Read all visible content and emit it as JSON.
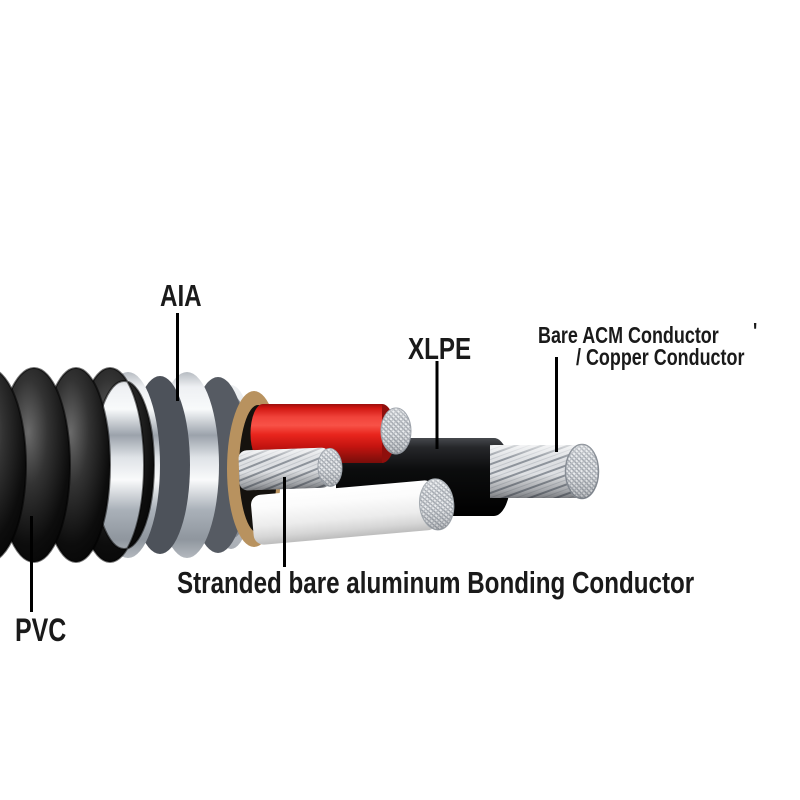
{
  "diagram": {
    "background": "#ffffff",
    "labels": {
      "aia": "AIA",
      "xlpe": "XLPE",
      "bare_acm_line1": "Bare ACM Conductor",
      "bare_acm_line2": "/ Copper Conductor",
      "bonding_conductor": "Stranded bare aluminum Bonding Conductor",
      "pvc": "PVC",
      "stray_mark": "'"
    },
    "colors": {
      "label_text": "#1a1a1a",
      "leader_line": "#000000",
      "pvc_jacket": "#0b0b0b",
      "armor_silver": "#d5d8dc",
      "binder_tape": "#b8925f",
      "interior_shadow": "#15120e",
      "insulation_red": "#e3231c",
      "insulation_black": "#101113",
      "insulation_white": "#f0f0f0",
      "aluminum_strands": "#dfe1e4"
    }
  }
}
